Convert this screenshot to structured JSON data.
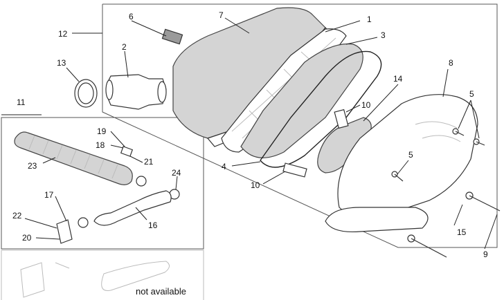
{
  "labels": {
    "p1": "1",
    "p2": "2",
    "p3": "3",
    "p4": "4",
    "p5a": "5",
    "p5b": "5",
    "p6": "6",
    "p7": "7",
    "p8": "8",
    "p9": "9",
    "p10a": "10",
    "p10b": "10",
    "p11": "11",
    "p12": "12",
    "p13": "13",
    "p14": "14",
    "p15": "15",
    "p16": "16",
    "p17": "17",
    "p18": "18",
    "p19": "19",
    "p20": "20",
    "p21": "21",
    "p22": "22",
    "p23": "23",
    "p24": "24"
  },
  "note": "not available"
}
